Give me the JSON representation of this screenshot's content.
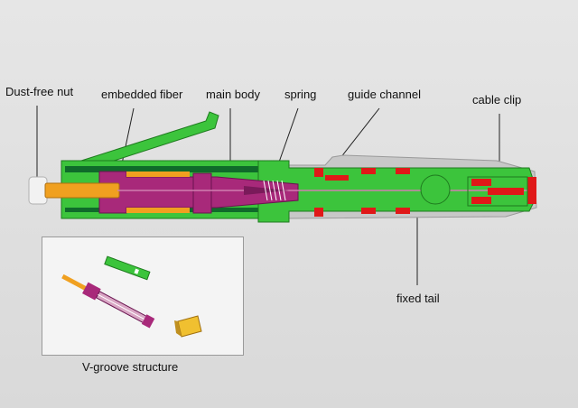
{
  "labels": {
    "dust_free_nut": "Dust-free nut",
    "embedded_fiber": "embedded fiber",
    "main_body": "main body",
    "spring": "spring",
    "guide_channel": "guide channel",
    "cable_clip": "cable clip",
    "fixed_tail": "fixed tail",
    "v_groove_structure": "V-groove structure"
  },
  "colors": {
    "body_green": "#3cc43c",
    "dark_green": "#0f6b2a",
    "magenta": "#a8297a",
    "orange": "#f0a020",
    "red": "#e01818",
    "gray_shell": "#c8c8c8"
  }
}
